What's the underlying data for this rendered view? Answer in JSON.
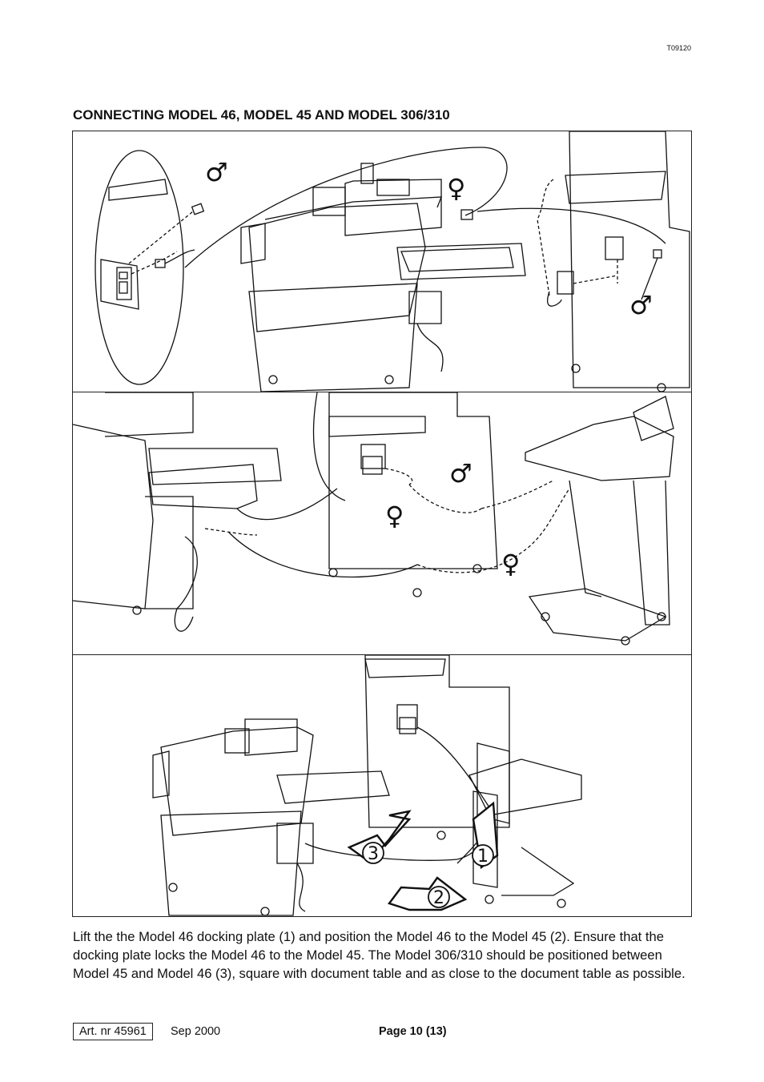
{
  "doc_ref": "T09120",
  "title": "CONNECTING MODEL 46, MODEL 45 AND MODEL 306/310",
  "panels": {
    "top": {
      "symbols": {
        "male": "♂",
        "female": "♀"
      }
    },
    "middle": {
      "symbols": {
        "male": "♂",
        "female": "♀"
      }
    },
    "bottom": {
      "callouts": {
        "one": "1",
        "two": "2",
        "three": "3"
      }
    }
  },
  "body_text": "Lift the the Model 46 docking plate (1) and position the Model 46 to the Model 45 (2). Ensure that the docking plate locks the Model 46 to the Model 45. The Model 306/310 should be positioned between Model 45 and Model 46 (3), square with document table and as close to the document table as possible.",
  "footer": {
    "art_nr": "Art. nr 45961",
    "date": "Sep 2000",
    "page": "Page 10 (13)"
  }
}
